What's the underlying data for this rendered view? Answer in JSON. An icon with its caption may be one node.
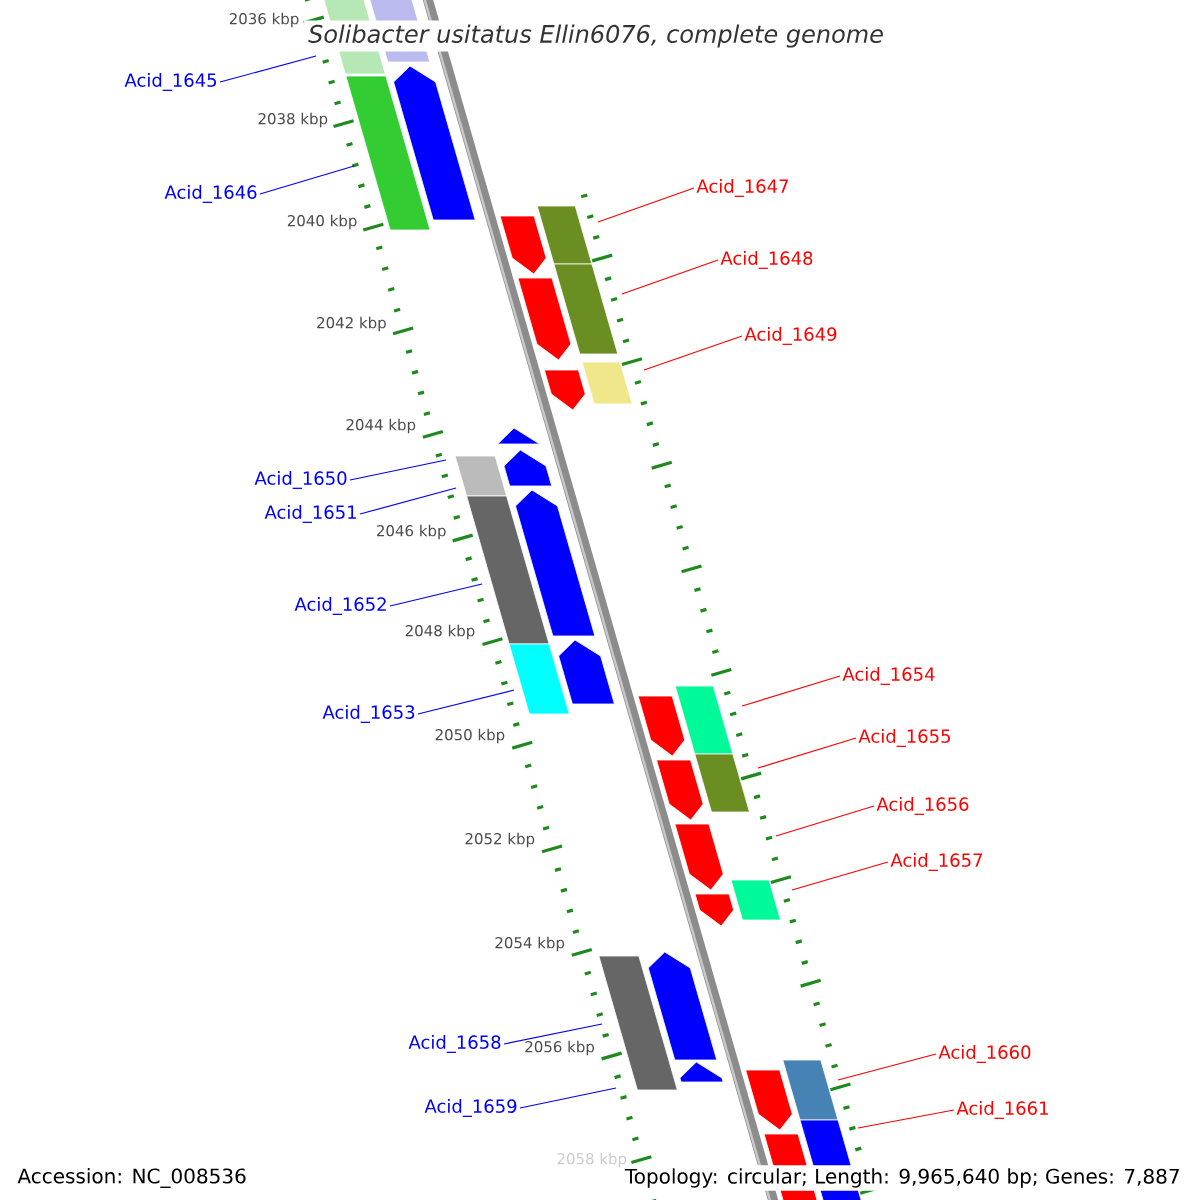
{
  "diagram": {
    "title": "Solibacter usitatus Ellin6076, complete genome",
    "nodes": [
      {
        "text": [
          "Acid_1645"
        ]
      },
      {
        "text": [
          "Acid_1646"
        ]
      },
      {
        "text": [
          "Acid_1647"
        ]
      },
      {
        "text": [
          "Acid_1648"
        ]
      },
      {
        "text": [
          "Acid_1649"
        ]
      },
      {
        "text": [
          "Acid_1650"
        ]
      },
      {
        "text": [
          "Acid_1651"
        ]
      },
      {
        "text": [
          "Acid_1652"
        ]
      },
      {
        "text": [
          "Acid_1653"
        ]
      },
      {
        "text": [
          "Acid_1654"
        ]
      },
      {
        "text": [
          "Acid_1655"
        ]
      },
      {
        "text": [
          "Acid_1656"
        ]
      },
      {
        "text": [
          "Acid_1657"
        ]
      },
      {
        "text": [
          "Acid_1658"
        ]
      },
      {
        "text": [
          "Acid_1659"
        ]
      },
      {
        "text": [
          "Acid_1660"
        ]
      },
      {
        "text": [
          "Acid_1661"
        ]
      }
    ],
    "edges": [
      {
        "from": 0,
        "to": null,
        "arrow": "none",
        "color": "#0000ff"
      },
      {
        "from": 1,
        "to": null,
        "arrow": "none",
        "color": "#0000ff"
      },
      {
        "from": 2,
        "to": null,
        "arrow": "none",
        "color": "#ff0000"
      },
      {
        "from": 3,
        "to": null,
        "arrow": "none",
        "color": "#ff0000"
      },
      {
        "from": 4,
        "to": null,
        "arrow": "none",
        "color": "#ff0000"
      },
      {
        "from": 5,
        "to": null,
        "arrow": "none",
        "color": "#0000ff"
      },
      {
        "from": 6,
        "to": null,
        "arrow": "none",
        "color": "#0000ff"
      },
      {
        "from": 7,
        "to": null,
        "arrow": "none",
        "color": "#0000ff"
      },
      {
        "from": 8,
        "to": null,
        "arrow": "none",
        "color": "#0000ff"
      },
      {
        "from": 9,
        "to": null,
        "arrow": "none",
        "color": "#ff0000"
      },
      {
        "from": 10,
        "to": null,
        "arrow": "none",
        "color": "#ff0000"
      },
      {
        "from": 11,
        "to": null,
        "arrow": "none",
        "color": "#ff0000"
      },
      {
        "from": 12,
        "to": null,
        "arrow": "none",
        "color": "#ff0000"
      },
      {
        "from": 13,
        "to": null,
        "arrow": "none",
        "color": "#0000ff"
      },
      {
        "from": 14,
        "to": null,
        "arrow": "none",
        "color": "#0000ff"
      },
      {
        "from": 15,
        "to": null,
        "arrow": "none",
        "color": "#ff0000"
      },
      {
        "from": 16,
        "to": null,
        "arrow": "none",
        "color": "#ff0000"
      }
    ],
    "labels": [
      "2036 kbp",
      "2038 kbp",
      "2040 kbp",
      "2042 kbp",
      "2044 kbp",
      "2046 kbp",
      "2048 kbp",
      "2050 kbp",
      "2052 kbp",
      "2054 kbp",
      "2056 kbp",
      "2058 kbp",
      "Accession: NC_008536",
      "Topology: circular; Length: 9,965,640 bp; Genes: 7,887"
    ]
  }
}
